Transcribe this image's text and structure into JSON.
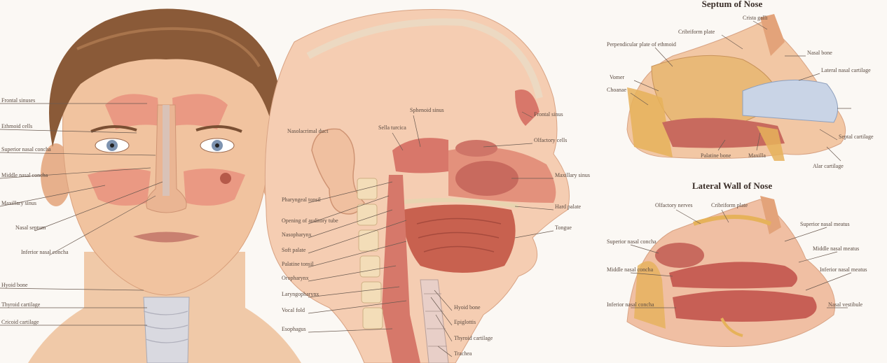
{
  "panels": {
    "face": {
      "labels": [
        "Frontal sinuses",
        "Ethmoid cells",
        "Superior nasal concha",
        "Middle nasal concha",
        "Maxillary sinus",
        "Nasal septum",
        "Inferior nasal concha",
        "Hyoid bone",
        "Thyroid cartilage",
        "Cricoid cartilage"
      ]
    },
    "sagittal": {
      "labels": [
        "Nasolacrimal duct",
        "Sphenoid sinus",
        "Sella turcica",
        "Frontal sinus",
        "Olfactory cells",
        "Maxillary sinus",
        "Pharyngeal tonsil",
        "Opening of auditory tube",
        "Nasopharynx",
        "Soft palate",
        "Palatine tonsil",
        "Oropharynx",
        "Laryngopharynx",
        "Vocal fold",
        "Esophagus",
        "Hard palate",
        "Tongue",
        "Hyoid bone",
        "Epiglottis",
        "Thyroid cartilage",
        "Trachea"
      ]
    },
    "septum": {
      "title": "Septum of Nose",
      "labels": [
        "Crista galli",
        "Cribriform plate",
        "Perpendicular plate of ethmoid",
        "Vomer",
        "Choanae",
        "Nasal bone",
        "Lateral nasal cartilage",
        "Septal cartilage",
        "Palatine bone",
        "Maxilla",
        "Alar cartilage"
      ]
    },
    "lateral": {
      "title": "Lateral Wall of Nose",
      "labels": [
        "Olfactory nerves",
        "Cribriform plate",
        "Superior nasal concha",
        "Superior nasal meatus",
        "Middle nasal concha",
        "Middle nasal meatus",
        "Inferior nasal concha",
        "Inferior nasal meatus",
        "Nasal vestibule"
      ]
    }
  }
}
